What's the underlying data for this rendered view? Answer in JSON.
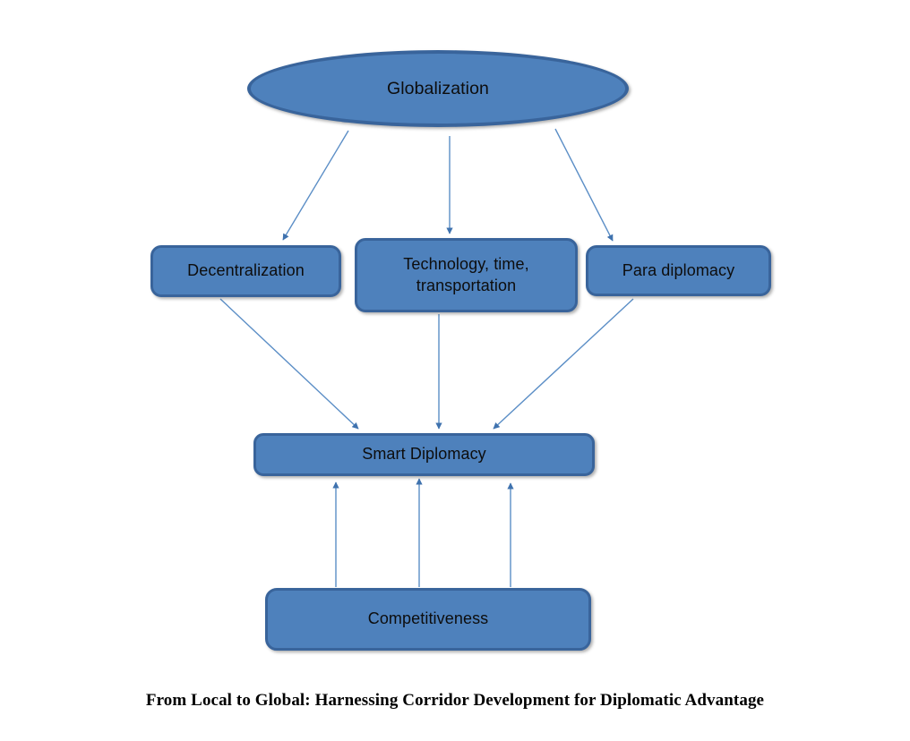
{
  "diagram": {
    "title": "From Local to Global: Harnessing Corridor Development for Diplomatic Advantage",
    "background_color": "#ffffff",
    "node_fill_color": "#4E81BC",
    "node_border_color": "#39649B",
    "connector_color": "#4F81BD",
    "text_color": "#0d0d0d",
    "nodes": {
      "globalization": {
        "label": "Globalization",
        "shape": "ellipse"
      },
      "decentralization": {
        "label": "Decentralization",
        "shape": "rounded-rect"
      },
      "technology": {
        "label": "Technology, time,\ntransportation",
        "line1": "Technology, time,",
        "line2": "transportation",
        "shape": "rounded-rect"
      },
      "para_diplomacy": {
        "label": "Para diplomacy",
        "shape": "rounded-rect"
      },
      "smart_diplomacy": {
        "label": "Smart Diplomacy",
        "shape": "rounded-rect"
      },
      "competitiveness": {
        "label": "Competitiveness",
        "shape": "rounded-rect"
      }
    },
    "edges": [
      {
        "from": "globalization",
        "to": "decentralization",
        "style": "arrow"
      },
      {
        "from": "globalization",
        "to": "technology",
        "style": "arrow"
      },
      {
        "from": "globalization",
        "to": "para_diplomacy",
        "style": "arrow"
      },
      {
        "from": "decentralization",
        "to": "smart_diplomacy",
        "style": "arrow"
      },
      {
        "from": "technology",
        "to": "smart_diplomacy",
        "style": "arrow"
      },
      {
        "from": "para_diplomacy",
        "to": "smart_diplomacy",
        "style": "arrow"
      },
      {
        "from": "competitiveness",
        "to": "smart_diplomacy",
        "style": "arrow"
      },
      {
        "from": "competitiveness",
        "to": "smart_diplomacy",
        "style": "arrow"
      },
      {
        "from": "competitiveness",
        "to": "smart_diplomacy",
        "style": "arrow"
      }
    ]
  }
}
